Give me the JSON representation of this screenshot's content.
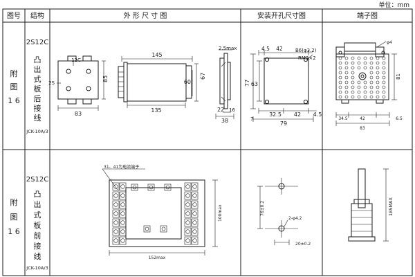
{
  "unit_label": "单位：mm",
  "headers": {
    "col1": "图号",
    "col2": "结构",
    "col3": "外  形  尺  寸  图",
    "col4": "安装开孔尺寸图",
    "col5": "端子图"
  },
  "row1": {
    "fig": [
      "附",
      "图",
      "1 6"
    ],
    "model": "2S12C",
    "structure": [
      "凸",
      "出",
      "式",
      "板",
      "后",
      "接",
      "线"
    ],
    "code": "JCK-10A/3",
    "front_dims": {
      "top": "12C",
      "left": "2S",
      "height": "85",
      "width": "83"
    },
    "side_dims": {
      "top": "145",
      "h1": "60",
      "h2": "67",
      "bottom": "135"
    },
    "end_dims": {
      "top": "2.5max",
      "b1": "22",
      "b2": "16",
      "b3": "38"
    },
    "cutout_dims": {
      "t1": "4.5",
      "t2": "42",
      "hole": "B6(φ3.2)",
      "rm": "RM2×2",
      "h1": "77",
      "h2": "63",
      "b1": "32.5",
      "b2": "42",
      "b3": "4.5",
      "total": "79",
      "left": "7"
    },
    "terminal_dims": {
      "top": "φ4",
      "h": "81",
      "b1": "34.5",
      "b2": "42",
      "b3": "6.5",
      "total": "83"
    }
  },
  "row2": {
    "fig": [
      "附",
      "图",
      "1 6"
    ],
    "model": "2S12C",
    "structure": [
      "凸",
      "出",
      "式",
      "板",
      "前",
      "接",
      "线"
    ],
    "code": "JCK-10A/3",
    "note": "31、41为电流端子",
    "front_dims": {
      "height": "100max",
      "width": "152max"
    },
    "cutout_dims": {
      "h": "76±0.2",
      "hole": "2-φ4.2",
      "w": "20±0.2"
    },
    "side_dims": {
      "h": "185MAX"
    }
  }
}
